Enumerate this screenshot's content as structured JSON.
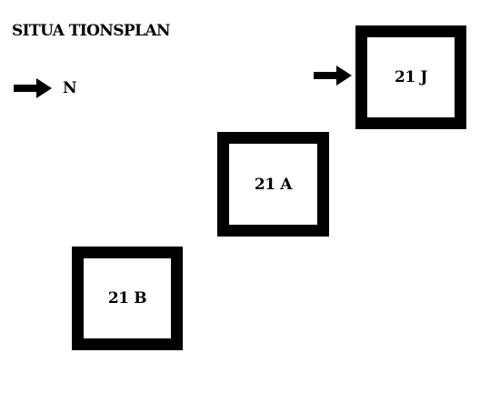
{
  "title": "SITUA TIONSPLAN",
  "north": {
    "icon": "arrow-right-icon",
    "label": "N"
  },
  "buildings": [
    {
      "label": "21 J"
    },
    {
      "label": "21 A"
    },
    {
      "label": "21 B"
    }
  ],
  "entrance_icon": "arrow-right-icon",
  "colors": {
    "ink": "#000000",
    "background": "#ffffff"
  }
}
